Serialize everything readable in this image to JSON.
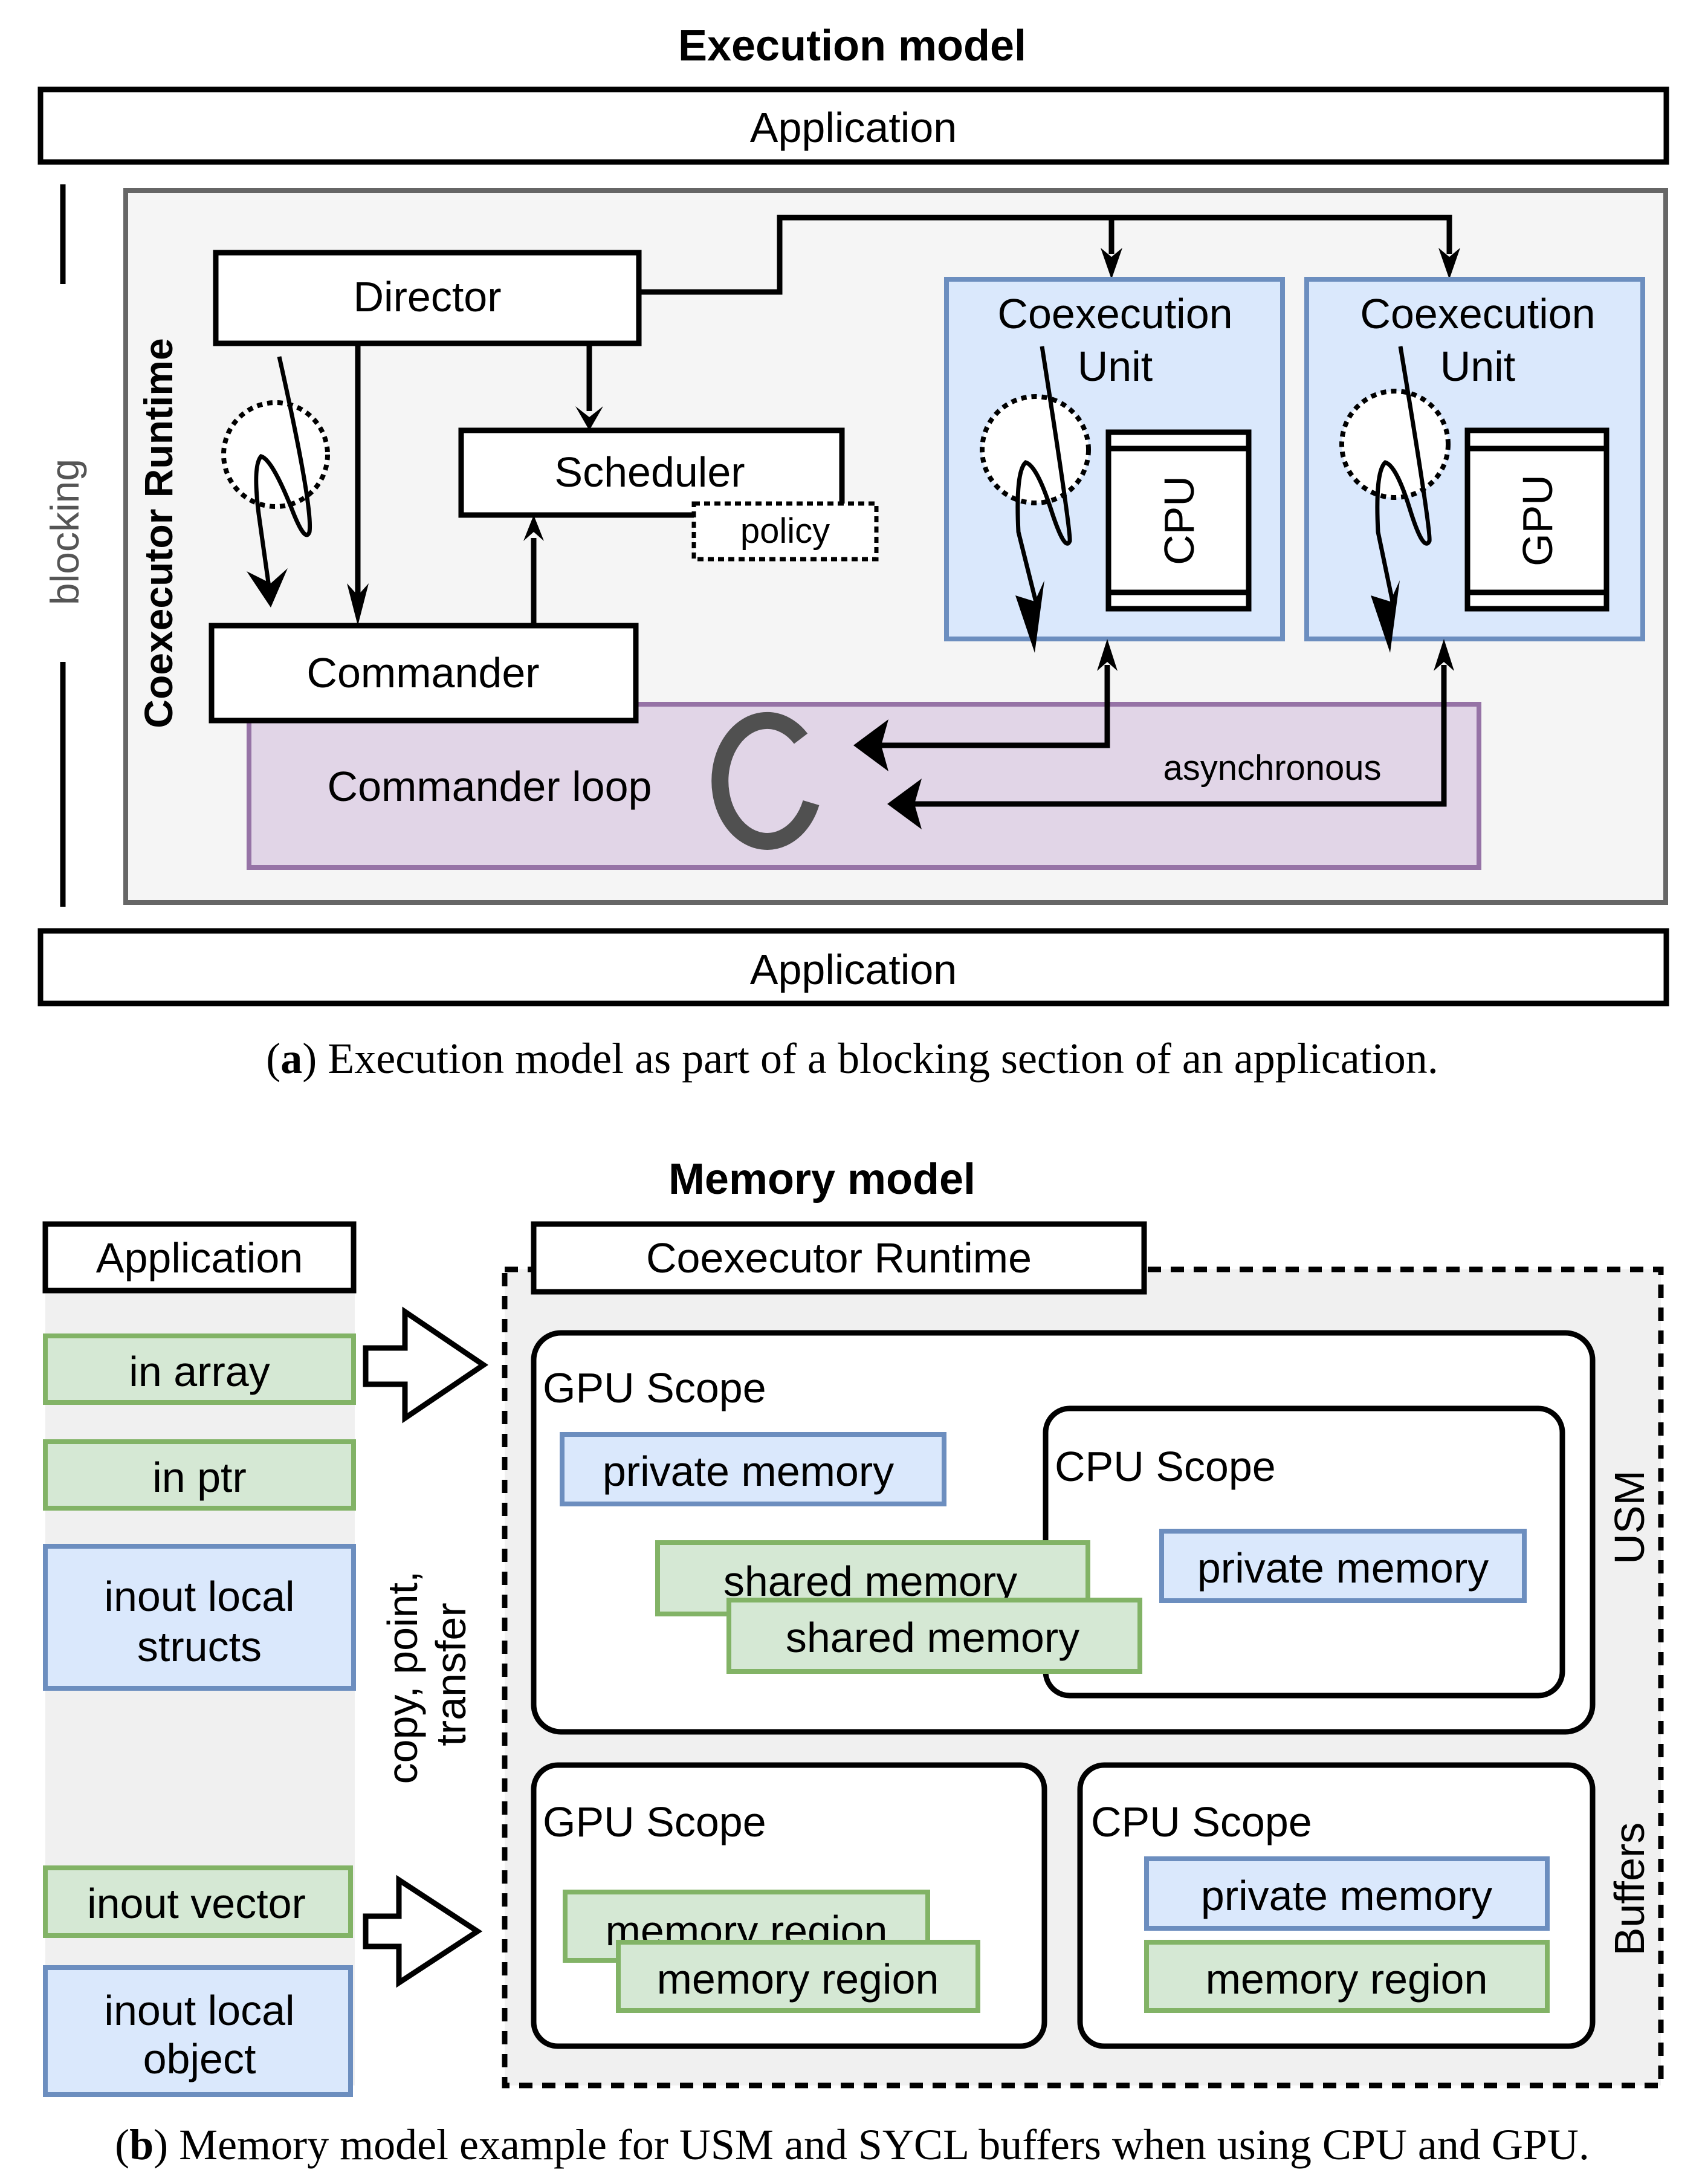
{
  "figure_a": {
    "title": "Execution model",
    "top_application": "Application",
    "bottom_application": "Application",
    "side_label_blocking": "blocking",
    "runtime_label": "Coexecutor Runtime",
    "director": "Director",
    "scheduler": "Scheduler",
    "policy": "policy",
    "commander": "Commander",
    "commander_loop": "Commander loop",
    "async_label": "asynchronous",
    "units": [
      {
        "line1": "Coexecution",
        "line2": "Unit",
        "device": "CPU"
      },
      {
        "line1": "Coexecution",
        "line2": "Unit",
        "device": "GPU"
      }
    ],
    "caption_letter": "a",
    "caption_text": " Execution model as part of a blocking section of an application."
  },
  "figure_b": {
    "title": "Memory model",
    "application_header": "Application",
    "runtime_header": "Coexecutor Runtime",
    "app_items": [
      {
        "label": "in array",
        "kind": "green"
      },
      {
        "label": "in ptr",
        "kind": "green"
      },
      {
        "label_line1": "inout local",
        "label_line2": "structs",
        "kind": "blue"
      },
      {
        "label": "inout vector",
        "kind": "green"
      },
      {
        "label_line1": "inout local",
        "label_line2": "object",
        "kind": "blue"
      }
    ],
    "transfer_label_line1": "copy, point,",
    "transfer_label_line2": "transfer",
    "usm": {
      "side_label": "USM",
      "gpu_scope": "GPU Scope",
      "gpu_private": "private memory",
      "shared_back": "shared memory",
      "shared_front": "shared memory",
      "cpu_scope": "CPU Scope",
      "cpu_private": "private memory"
    },
    "buffers": {
      "side_label": "Buffers",
      "gpu_scope": "GPU Scope",
      "region_back": "memory region",
      "region_front": "memory region",
      "cpu_scope": "CPU Scope",
      "cpu_private": "private memory",
      "cpu_region": "memory region"
    },
    "caption_letter": "b",
    "caption_text": " Memory model example for USM and SYCL buffers when using CPU and GPU."
  },
  "colors": {
    "green_fill": "#d5e8d4",
    "green_stroke": "#82b366",
    "blue_fill": "#dae8fc",
    "blue_stroke": "#6c8ebf",
    "purple_fill": "#e1d5e7",
    "purple_stroke": "#9673a6",
    "runtime_bg": "#f5f5f5",
    "runtime_border": "#666666"
  }
}
